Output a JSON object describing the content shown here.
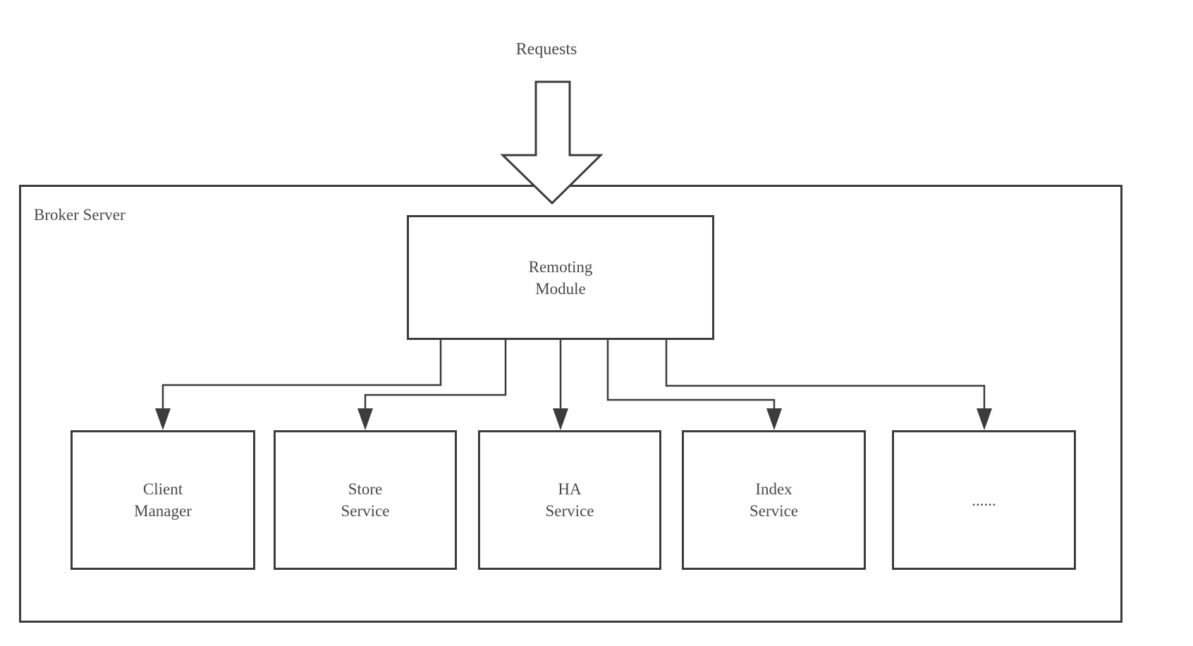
{
  "diagram": {
    "requests_label": "Requests",
    "broker": {
      "label": "Broker Server"
    },
    "remoting_module": {
      "label": "Remoting\nModule"
    },
    "services": [
      {
        "id": "client-manager",
        "label": "Client\nManager"
      },
      {
        "id": "store-service",
        "label": "Store\nService"
      },
      {
        "id": "ha-service",
        "label": "HA\nService"
      },
      {
        "id": "index-service",
        "label": "Index\nService"
      },
      {
        "id": "more",
        "label": "......"
      }
    ],
    "colors": {
      "line": "#3c3c3c",
      "text": "#4a4a4a",
      "background": "#ffffff"
    }
  }
}
